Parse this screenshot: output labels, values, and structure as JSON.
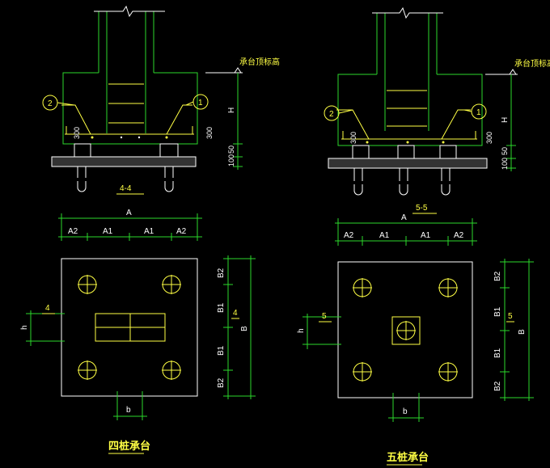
{
  "left": {
    "section_label": "4-4",
    "elev_label": "承台顶标高",
    "callout_left": "2",
    "callout_right": "1",
    "dim_300_a": "300",
    "dim_300_b": "300",
    "dim_H": "H",
    "dim_50": "50",
    "dim_100": "100",
    "dim_A": "A",
    "dims_top": [
      "A2",
      "A1",
      "A1",
      "A2"
    ],
    "dims_right": [
      "B2",
      "B1",
      "B1",
      "B2"
    ],
    "dim_B": "B",
    "dim_h": "h",
    "dim_b": "b",
    "cut_left": "4",
    "cut_right": "4",
    "title": "四桩承台"
  },
  "right": {
    "section_label": "5-5",
    "elev_label": "承台顶标高",
    "callout_left": "2",
    "callout_right": "1",
    "dim_300_a": "300",
    "dim_300_b": "300",
    "dim_H": "H",
    "dim_50": "50",
    "dim_100": "100",
    "dim_A": "A",
    "dims_top": [
      "A2",
      "A1",
      "A1",
      "A2"
    ],
    "dims_right": [
      "B2",
      "B1",
      "B1",
      "B2"
    ],
    "dim_B": "B",
    "dim_h": "h",
    "dim_b": "b",
    "cut_left": "5",
    "cut_right": "5",
    "title": "五桩承台"
  },
  "colors": {
    "green": "#2bd92b",
    "yellow": "#ffff44",
    "white": "#ffffff",
    "background": "#000000"
  }
}
